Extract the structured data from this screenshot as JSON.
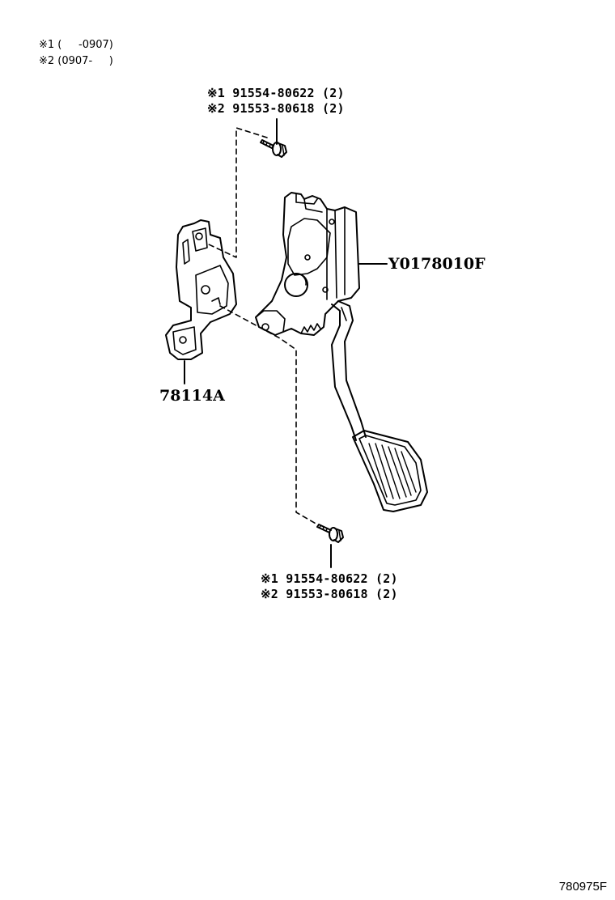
{
  "legend": [
    {
      "label": "※1 (     -0907)"
    },
    {
      "label": "※2 (0907-     )"
    }
  ],
  "top_bolt": {
    "line1": "※1 91554-80622 (2)",
    "line2": "※2 91553-80618 (2)"
  },
  "bottom_bolt": {
    "line1": "※1 91554-80622 (2)",
    "line2": "※2 91553-80618 (2)"
  },
  "pedal_part": "Y0178010F",
  "bracket_part": "78114A",
  "figure_number": "780975F"
}
